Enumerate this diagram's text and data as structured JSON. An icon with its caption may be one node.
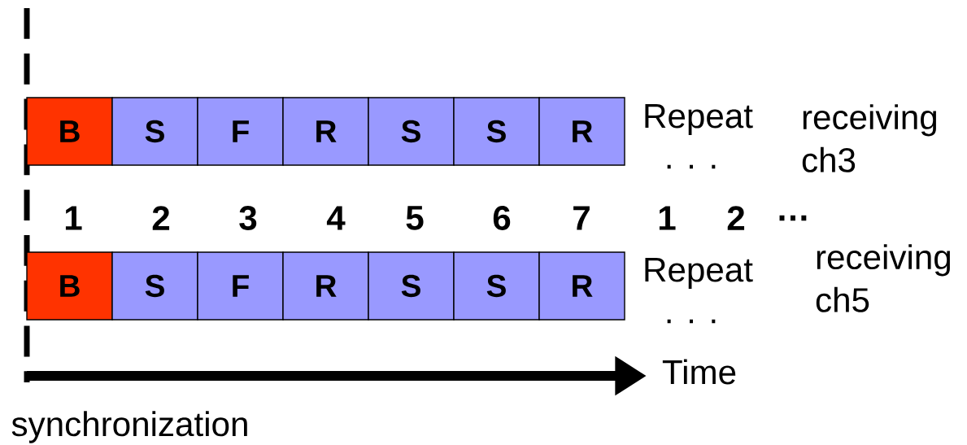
{
  "diagram": {
    "nodes": [
      {
        "text": [
          "B"
        ]
      },
      {
        "text": [
          "S"
        ]
      },
      {
        "text": [
          "F"
        ]
      },
      {
        "text": [
          "R"
        ]
      },
      {
        "text": [
          "S"
        ]
      },
      {
        "text": [
          "S"
        ]
      },
      {
        "text": [
          "R"
        ]
      },
      {
        "text": [
          "B"
        ]
      },
      {
        "text": [
          "S"
        ]
      },
      {
        "text": [
          "F"
        ]
      },
      {
        "text": [
          "R"
        ]
      },
      {
        "text": [
          "S"
        ]
      },
      {
        "text": [
          "S"
        ]
      },
      {
        "text": [
          "R"
        ]
      }
    ],
    "labels": [
      "Repeat",
      ". . .",
      "receiving ch3",
      "1",
      "2",
      "3",
      "4",
      "5",
      "6",
      "7",
      "1",
      "2",
      "…",
      "Repeat",
      ". . .",
      "receiving ch5",
      "Time",
      "synchronization"
    ]
  }
}
